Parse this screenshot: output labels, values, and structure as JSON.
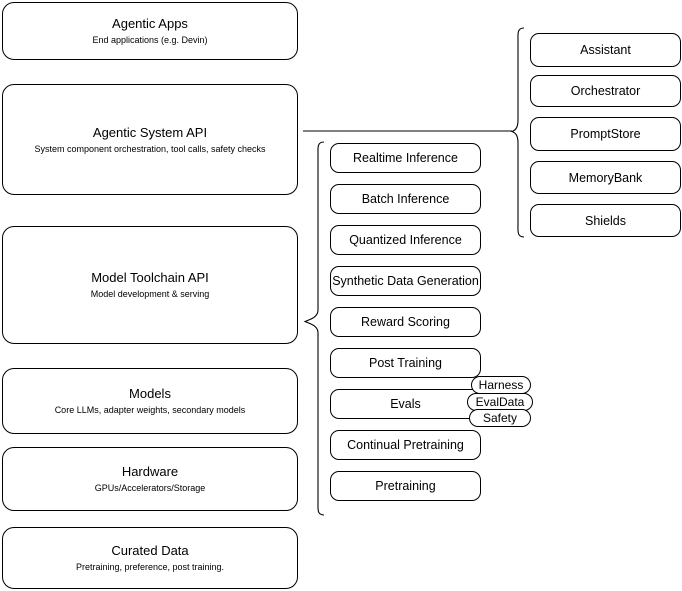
{
  "diagram": {
    "type": "layered-stack-diagram",
    "background_color": "#ffffff",
    "line_color": "#000000"
  },
  "layers": [
    {
      "id": "agentic-apps",
      "title": "Agentic Apps",
      "subtitle": "End applications (e.g. Devin)"
    },
    {
      "id": "agentic-system-api",
      "title": "Agentic System API",
      "subtitle": "System component orchestration, tool calls, safety checks"
    },
    {
      "id": "model-toolchain-api",
      "title": "Model Toolchain API",
      "subtitle": "Model development & serving"
    },
    {
      "id": "models",
      "title": "Models",
      "subtitle": "Core LLMs, adapter weights, secondary models"
    },
    {
      "id": "hardware",
      "title": "Hardware",
      "subtitle": "GPUs/Accelerators/Storage"
    },
    {
      "id": "curated-data",
      "title": "Curated Data",
      "subtitle": "Pretraining, preference, post training."
    }
  ],
  "toolchain_capabilities": [
    {
      "id": "realtime-inference",
      "label": "Realtime Inference"
    },
    {
      "id": "batch-inference",
      "label": "Batch Inference"
    },
    {
      "id": "quantized-inference",
      "label": "Quantized Inference"
    },
    {
      "id": "synthetic-data-generation",
      "label": "Synthetic Data Generation"
    },
    {
      "id": "reward-scoring",
      "label": "Reward Scoring"
    },
    {
      "id": "post-training",
      "label": "Post Training"
    },
    {
      "id": "evals",
      "label": "Evals"
    },
    {
      "id": "continual-pretraining",
      "label": "Continual Pretraining"
    },
    {
      "id": "pretraining",
      "label": "Pretraining"
    }
  ],
  "eval_subcomponents": [
    {
      "id": "harness",
      "label": "Harness"
    },
    {
      "id": "evaldata",
      "label": "EvalData"
    },
    {
      "id": "safety",
      "label": "Safety"
    }
  ],
  "agentic_system_components": [
    {
      "id": "assistant",
      "label": "Assistant"
    },
    {
      "id": "orchestrator",
      "label": "Orchestrator"
    },
    {
      "id": "promptstore",
      "label": "PromptStore"
    },
    {
      "id": "memorybank",
      "label": "MemoryBank"
    },
    {
      "id": "shields",
      "label": "Shields"
    }
  ]
}
